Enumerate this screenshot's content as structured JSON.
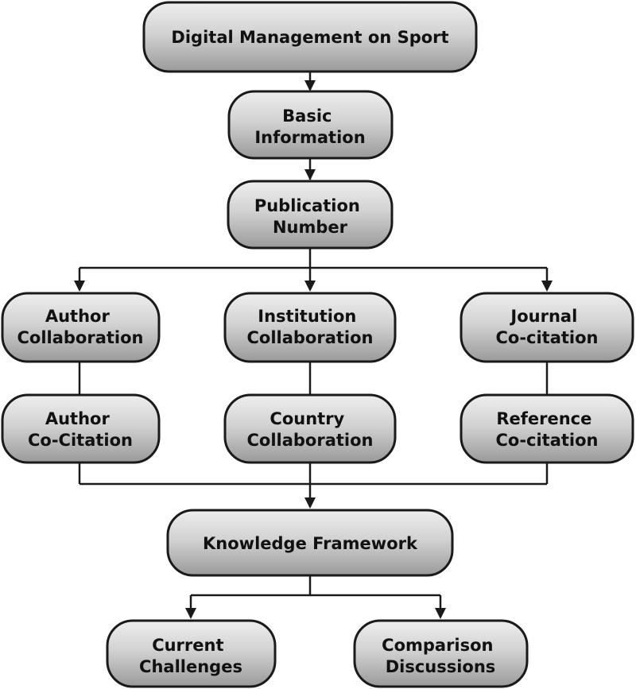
{
  "diagram": {
    "nodes": {
      "root": {
        "lines": [
          "Digital Management on Sport"
        ]
      },
      "basic_info": {
        "lines": [
          "Basic",
          "Information"
        ]
      },
      "pub_number": {
        "lines": [
          "Publication",
          "Number"
        ]
      },
      "author_collab": {
        "lines": [
          "Author",
          "Collaboration"
        ]
      },
      "inst_collab": {
        "lines": [
          "Institution",
          "Collaboration"
        ]
      },
      "journal_cocit": {
        "lines": [
          "Journal",
          "Co-citation"
        ]
      },
      "author_cocit": {
        "lines": [
          "Author",
          "Co-Citation"
        ]
      },
      "country_collab": {
        "lines": [
          "Country",
          "Collaboration"
        ]
      },
      "ref_cocit": {
        "lines": [
          "Reference",
          "Co-citation"
        ]
      },
      "knowledge": {
        "lines": [
          "Knowledge Framework"
        ]
      },
      "challenges": {
        "lines": [
          "Current",
          "Challenges"
        ]
      },
      "comparison": {
        "lines": [
          "Comparison",
          "Discussions"
        ]
      }
    },
    "colors": {
      "box_fill_light": "#eeeeee",
      "box_fill_dark": "#9a9a9a",
      "stroke": "#1a1a1a",
      "text": "#111111"
    }
  }
}
